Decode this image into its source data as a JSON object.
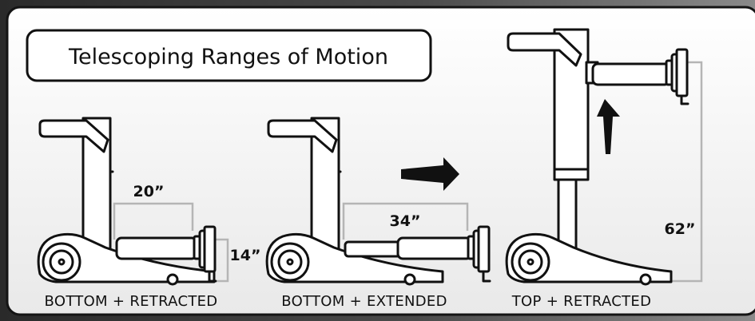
{
  "title": "Telescoping Ranges of Motion",
  "colors": {
    "panel_gradient_top": "#ffffff",
    "panel_gradient_bottom": "#e9e9e9",
    "outline": "#111111",
    "dimension_line": "#b5b5b5",
    "background": "#1e1e1e"
  },
  "configurations": [
    {
      "caption": "BOTTOM + RETRACTED",
      "dimensions": [
        {
          "label": "20”"
        },
        {
          "label": "14”"
        }
      ]
    },
    {
      "caption": "BOTTOM + EXTENDED",
      "dimensions": [
        {
          "label": "34”"
        }
      ],
      "arrow": "right-arrow-icon"
    },
    {
      "caption": "TOP + RETRACTED",
      "dimensions": [
        {
          "label": "62”"
        }
      ],
      "arrow": "up-arrow-icon"
    }
  ]
}
